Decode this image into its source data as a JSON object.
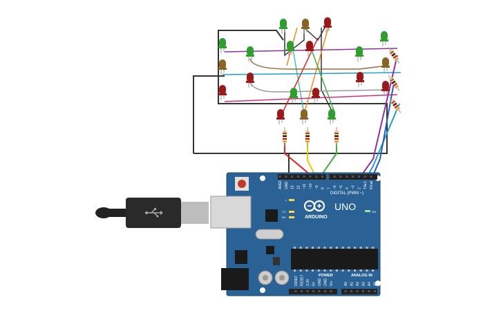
{
  "board": {
    "brand": "ARDUINO",
    "model": "UNO",
    "header_digital": "DIGITAL (PWM ~)",
    "header_power": "POWER",
    "header_analog": "ANALOG IN",
    "on_label": "ON",
    "led_l": "L",
    "led_tx": "TX",
    "led_rx": "RX",
    "digital_pins": [
      "AREF",
      "GND",
      "13",
      "12",
      "~11",
      "~10",
      "~9",
      "8",
      "7",
      "~6",
      "~5",
      "4",
      "~3",
      "2",
      "TX▸1",
      "RX◂0"
    ],
    "power_pins": [
      "IOREF",
      "RESET",
      "3.3V",
      "5V",
      "GND",
      "GND",
      "Vin"
    ],
    "analog_pins": [
      "A0",
      "A1",
      "A2",
      "A3",
      "A4",
      "A5"
    ]
  },
  "colors": {
    "board": "#2a6295",
    "board_edge": "#1c4a73",
    "led_green": "#2f9e2f",
    "led_brown": "#8a6424",
    "led_red": "#9a1a1a",
    "wire_black": "#333333",
    "wire_red": "#e02020",
    "wire_yellow": "#e8c800",
    "wire_green": "#3cb043",
    "wire_orange": "#f08a1c",
    "wire_purple": "#8e2fa0",
    "wire_brown": "#9a6a3a",
    "wire_cyan": "#1ea0c8",
    "wire_gray": "#9a9a9a",
    "wire_magenta": "#d0307a",
    "wire_teal": "#4cc0b0",
    "wire_blue": "#2a56c8"
  },
  "components": {
    "leds": [
      "green",
      "green",
      "brown",
      "red",
      "green",
      "brown",
      "red",
      "green",
      "red",
      "green",
      "brown",
      "red",
      "green",
      "red",
      "green",
      "brown",
      "red",
      "red"
    ],
    "resistors": 6,
    "usb_cable_icon": "usb-icon"
  }
}
